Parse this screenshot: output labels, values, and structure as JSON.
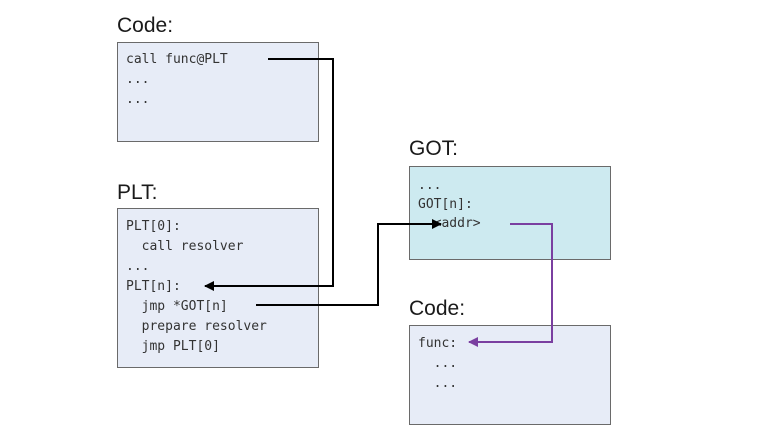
{
  "headings": {
    "code_top": "Code:",
    "plt": "PLT:",
    "got": "GOT:",
    "code_bottom": "Code:"
  },
  "code_top": {
    "lines": [
      "call func@PLT",
      "...",
      "..."
    ]
  },
  "plt": {
    "lines": [
      "PLT[0]:",
      "  call resolver",
      "...",
      "PLT[n]:",
      "  jmp *GOT[n]",
      "  prepare resolver",
      "  jmp PLT[0]"
    ]
  },
  "got": {
    "lines": [
      "...",
      "GOT[n]:",
      "  <addr>"
    ]
  },
  "code_bottom": {
    "lines": [
      "func:",
      "  ...",
      "  ..."
    ]
  },
  "colors": {
    "code_box_fill": "#e7ecf7",
    "got_box_fill": "#cdeaf0",
    "border": "#6a6a6a",
    "black_arrow": "#000000",
    "purple_arrow": "#7a3fa0"
  }
}
